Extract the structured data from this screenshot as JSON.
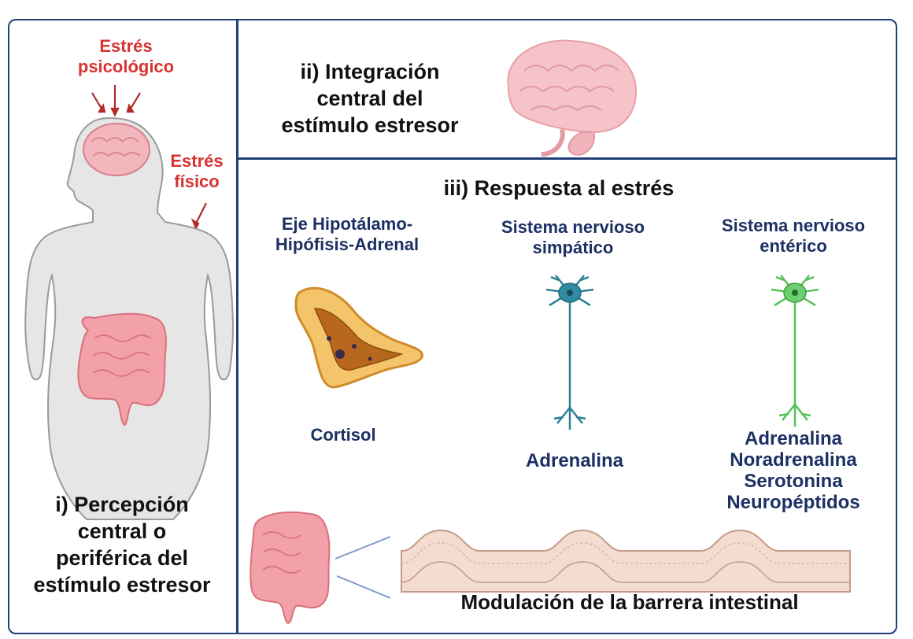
{
  "panel_left": {
    "stress_psychological": "Estrés\npsicológico",
    "stress_physical": "Estrés\nfísico",
    "title": "i) Percepción\ncentral o\nperiférica del\nestímulo estresor"
  },
  "panel_top": {
    "title": "ii) Integración\ncentral del\nestímulo estresor"
  },
  "panel_bottom": {
    "title": "iii) Respuesta al estrés",
    "columns": [
      {
        "heading": "Eje Hipotálamo-\nHipófisis-Adrenal",
        "output": "Cortisol"
      },
      {
        "heading": "Sistema nervioso\nsimpático",
        "output": "Adrenalina"
      },
      {
        "heading": "Sistema nervioso\nentérico",
        "output": "Adrenalina\nNoradrenalina\nSerotonina\nNeuropéptidos"
      }
    ],
    "barrier_label": "Modulación de la barrera intestinal"
  },
  "colors": {
    "frame": "#1f3f78",
    "red_text": "#d93232",
    "navy_text": "#1d3063",
    "brain": "#f4b6bd",
    "intestine": "#ef8f98",
    "neuron_sympathetic": "#2b7f93",
    "neuron_enteric": "#55c159",
    "adrenal": "#e2a33c"
  }
}
